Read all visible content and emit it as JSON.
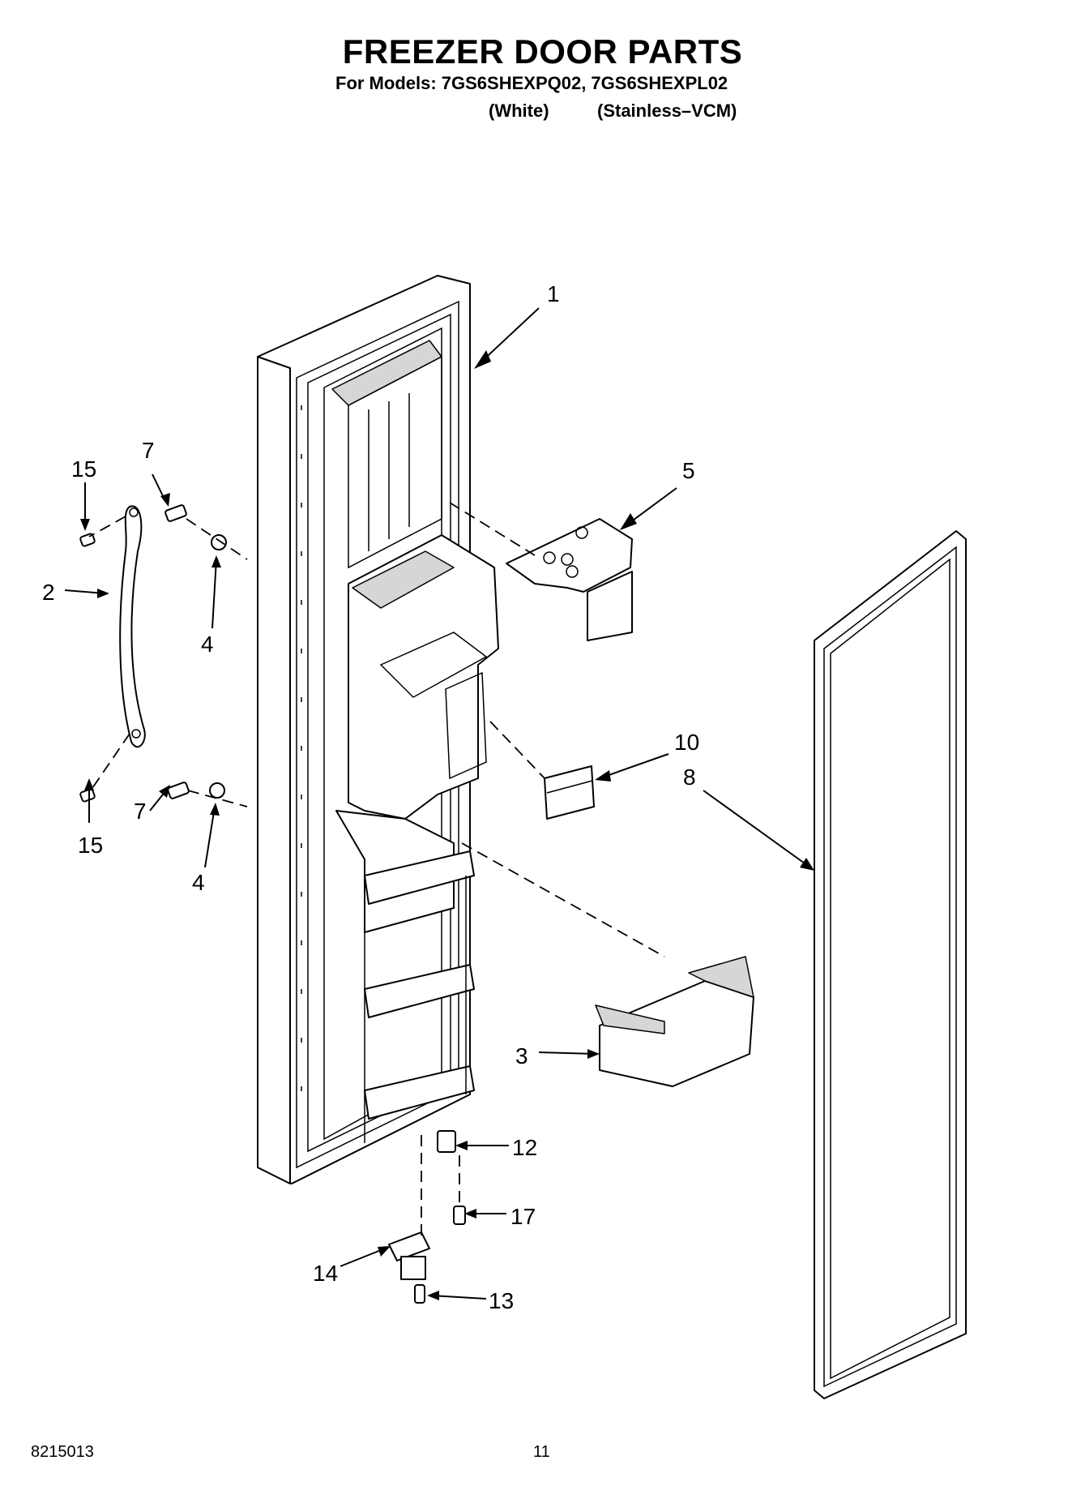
{
  "header": {
    "title": "FREEZER DOOR PARTS",
    "models_line": "For Models: 7GS6SHEXPQ02, 7GS6SHEXPL02",
    "variant_1": "(White)",
    "variant_2": "(Stainless–VCM)"
  },
  "callouts": {
    "c1": "1",
    "c5": "5",
    "c15a": "15",
    "c7a": "7",
    "c2": "2",
    "c4a": "4",
    "c10": "10",
    "c8": "8",
    "c7b": "7",
    "c15b": "15",
    "c4b": "4",
    "c3": "3",
    "c12": "12",
    "c17": "17",
    "c14": "14",
    "c13": "13"
  },
  "footer": {
    "doc_number": "8215013",
    "page_number": "11"
  }
}
